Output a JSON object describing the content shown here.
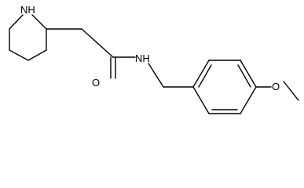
{
  "molecule": {
    "atoms": {
      "ring_nitrogen": "NH",
      "amide_nitrogen": "NH",
      "carbonyl_oxygen": "O",
      "ether_oxygen": "O"
    }
  }
}
